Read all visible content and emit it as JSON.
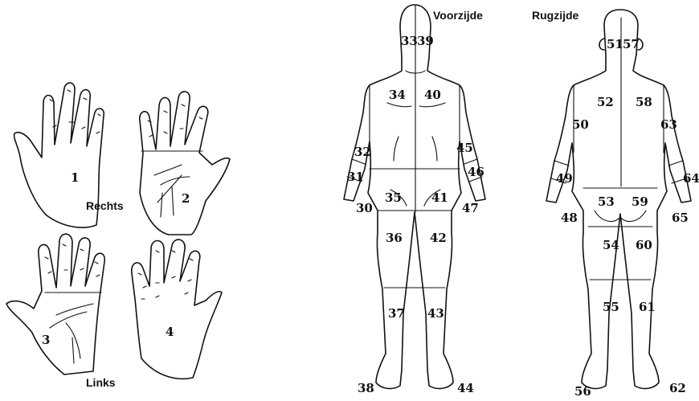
{
  "labels": {
    "front": "Voorzijde",
    "back": "Rugzijde",
    "right": "Rechts",
    "left": "Links"
  },
  "hands": [
    "1",
    "2",
    "3",
    "4"
  ],
  "front_regions": [
    "33",
    "39",
    "34",
    "40",
    "32",
    "45",
    "31",
    "46",
    "30",
    "35",
    "41",
    "47",
    "36",
    "42",
    "37",
    "43",
    "38",
    "44"
  ],
  "back_regions": [
    "51",
    "57",
    "52",
    "58",
    "50",
    "63",
    "49",
    "64",
    "48",
    "53",
    "59",
    "65",
    "54",
    "60",
    "55",
    "61",
    "56",
    "62"
  ]
}
